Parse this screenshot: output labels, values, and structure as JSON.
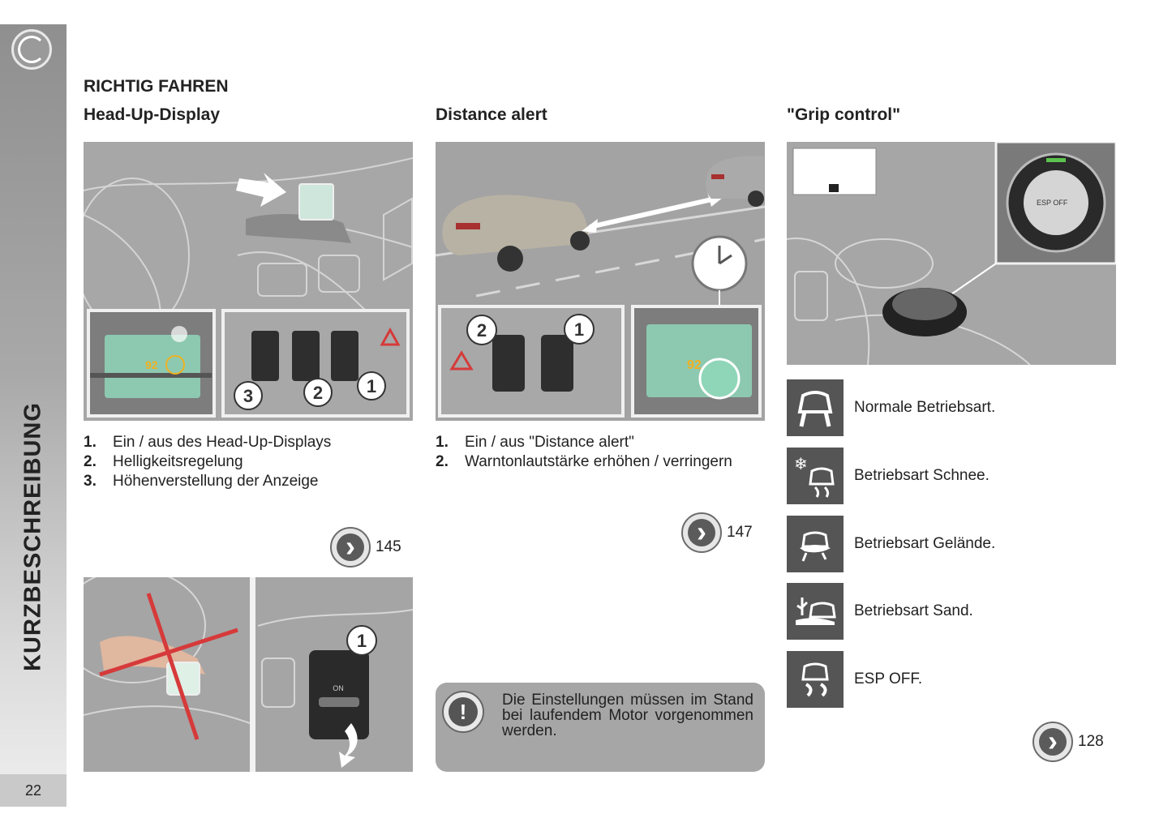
{
  "sidebar": {
    "title": "KURZBESCHREIBUNG",
    "page_number": "22"
  },
  "main_title": "RICHTIG FAHREN",
  "hud": {
    "title": "Head-Up-Display",
    "button_callouts": [
      "3",
      "2",
      "1"
    ],
    "display_value": "92",
    "steps": [
      {
        "num": "1.",
        "text": "Ein / aus des Head-Up-Displays"
      },
      {
        "num": "2.",
        "text": "Helligkeitsregelung"
      },
      {
        "num": "3.",
        "text": "Höhenverstellung der Anzeige"
      }
    ],
    "ref_page": "145",
    "bottom_callout": "1",
    "bottom_button_label": "ON"
  },
  "distance": {
    "title": "Distance alert",
    "button_callouts": [
      "2",
      "1"
    ],
    "display_value": "92",
    "steps": [
      {
        "num": "1.",
        "text": "Ein / aus \"Distance alert\""
      },
      {
        "num": "2.",
        "text": "Warntonlautstärke erhöhen / verringern"
      }
    ],
    "ref_page": "147",
    "note": "Die Einstellungen müssen im Stand bei laufendem Motor vorgenommen werden.",
    "note_icon_glyph": "!"
  },
  "grip": {
    "title": "\"Grip control\"",
    "dial_label": "ESP OFF",
    "modes": [
      {
        "icon": "car-normal-icon",
        "label": "Normale Betriebsart."
      },
      {
        "icon": "snow-icon",
        "label": "Betriebsart Schnee."
      },
      {
        "icon": "mud-icon",
        "label": "Betriebsart Gelände."
      },
      {
        "icon": "sand-icon",
        "label": "Betriebsart Sand."
      },
      {
        "icon": "esp-off-icon",
        "label": "ESP OFF."
      }
    ],
    "ref_page": "128"
  },
  "colors": {
    "panel_gray": "#a3a3a3",
    "icon_dark": "#555555",
    "warning_red": "#d63a3a",
    "hud_green": "#8fd6b8"
  }
}
